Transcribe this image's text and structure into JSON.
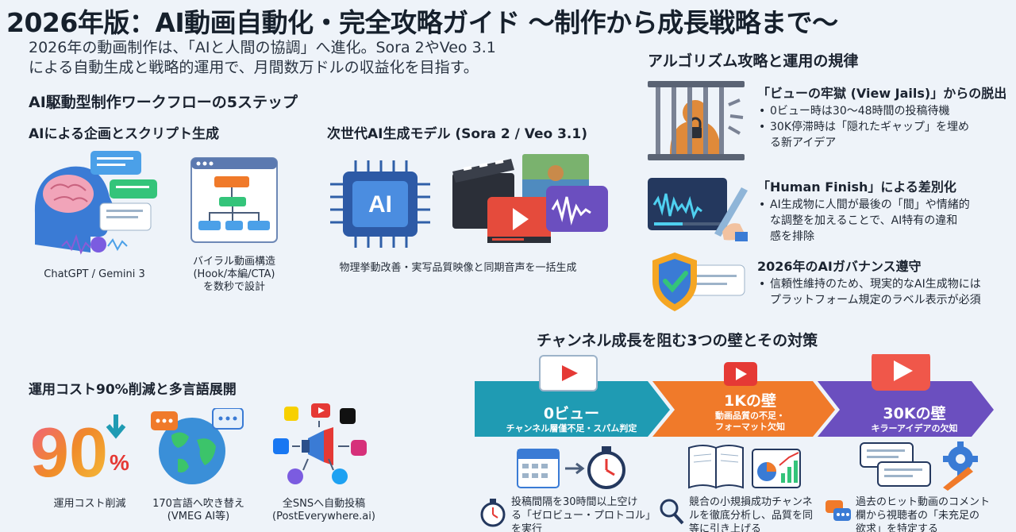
{
  "title": "2026年版：AI動画自動化・完全攻略ガイド 〜制作から成長戦略まで〜",
  "lead": {
    "line1": "2026年の動画制作は、「AIと人間の協調」へ進化。Sora 2やVeo 3.1",
    "line2": "による自動生成と戦略的運用で、月間数万ドルの収益化を目指す。"
  },
  "workflow": {
    "heading": "AI駆動型制作ワークフローの5ステップ",
    "step1": {
      "heading": "AIによる企画とスクリプト生成",
      "caption_left": "ChatGPT / Gemini 3",
      "caption_right": [
        "バイラル動画構造",
        "(Hook/本編/CTA)",
        "を数秒で設計"
      ]
    },
    "step2": {
      "heading": "次世代AI生成モデル (Sora 2 / Veo 3.1)",
      "chip_label": "AI",
      "caption": "物理挙動改善・実写品質映像と同期音声を一括生成"
    }
  },
  "cost": {
    "heading": "運用コスト90%削減と多言語展開",
    "big_number": "90",
    "percent_sign": "%",
    "captions": {
      "cost": "運用コスト削減",
      "lang": [
        "170言語へ吹き替え",
        "(VMEG AI等)"
      ],
      "sns": [
        "全SNSへ自動投稿",
        "(PostEverywhere.ai)"
      ]
    }
  },
  "algorithm": {
    "heading": "アルゴリズム攻略と運用の規律",
    "items": [
      {
        "title": "「ビューの牢獄 (View Jails)」からの脱出",
        "bullets": [
          "0ビュー時は30〜48時間の投稿待機",
          "30K停滞時は「隠れたギャップ」を埋め",
          "る新アイデア"
        ]
      },
      {
        "title": "「Human Finish」による差別化",
        "bullets": [
          "AI生成物に人間が最後の「間」や情緒的",
          "な調整を加えることで、AI特有の違和",
          "感を排除"
        ]
      },
      {
        "title": "2026年のAIガバナンス遵守",
        "bullets": [
          "信頼性維持のため、現実的なAI生成物には",
          "プラットフォーム規定のラベル表示が必須"
        ]
      }
    ]
  },
  "walls": {
    "heading": "チャンネル成長を阻む3つの壁とその対策",
    "stages": [
      {
        "main": "0ビュー",
        "sub": [
          "チャンネル層僅不足・スパム判定"
        ],
        "color": "#1f9bb3"
      },
      {
        "main": "1Kの壁",
        "sub": [
          "動画品質の不足・",
          "フォーマット欠知"
        ],
        "color": "#f07a2a"
      },
      {
        "main": "30Kの壁",
        "sub": [
          "キラーアイデアの欠知"
        ],
        "color": "#6b4fbf"
      }
    ],
    "solutions": [
      [
        "投稿間隔を30時間以上空け",
        "る「ゼロビュー・プロトコル」",
        "を実行"
      ],
      [
        "競合の小規損成功チャンネ",
        "ルを徹底分析し、品質を同",
        "等に引き上げる"
      ],
      [
        "過去のヒット動画のコメント",
        "欄から視聴者の「未充足の",
        "欲求」を特定する"
      ]
    ]
  },
  "colors": {
    "accent_blue": "#2f7fd8",
    "accent_orange": "#f07a2a",
    "accent_purple": "#6b4fbf",
    "accent_teal": "#1f9bb3",
    "accent_red": "#e53935"
  }
}
